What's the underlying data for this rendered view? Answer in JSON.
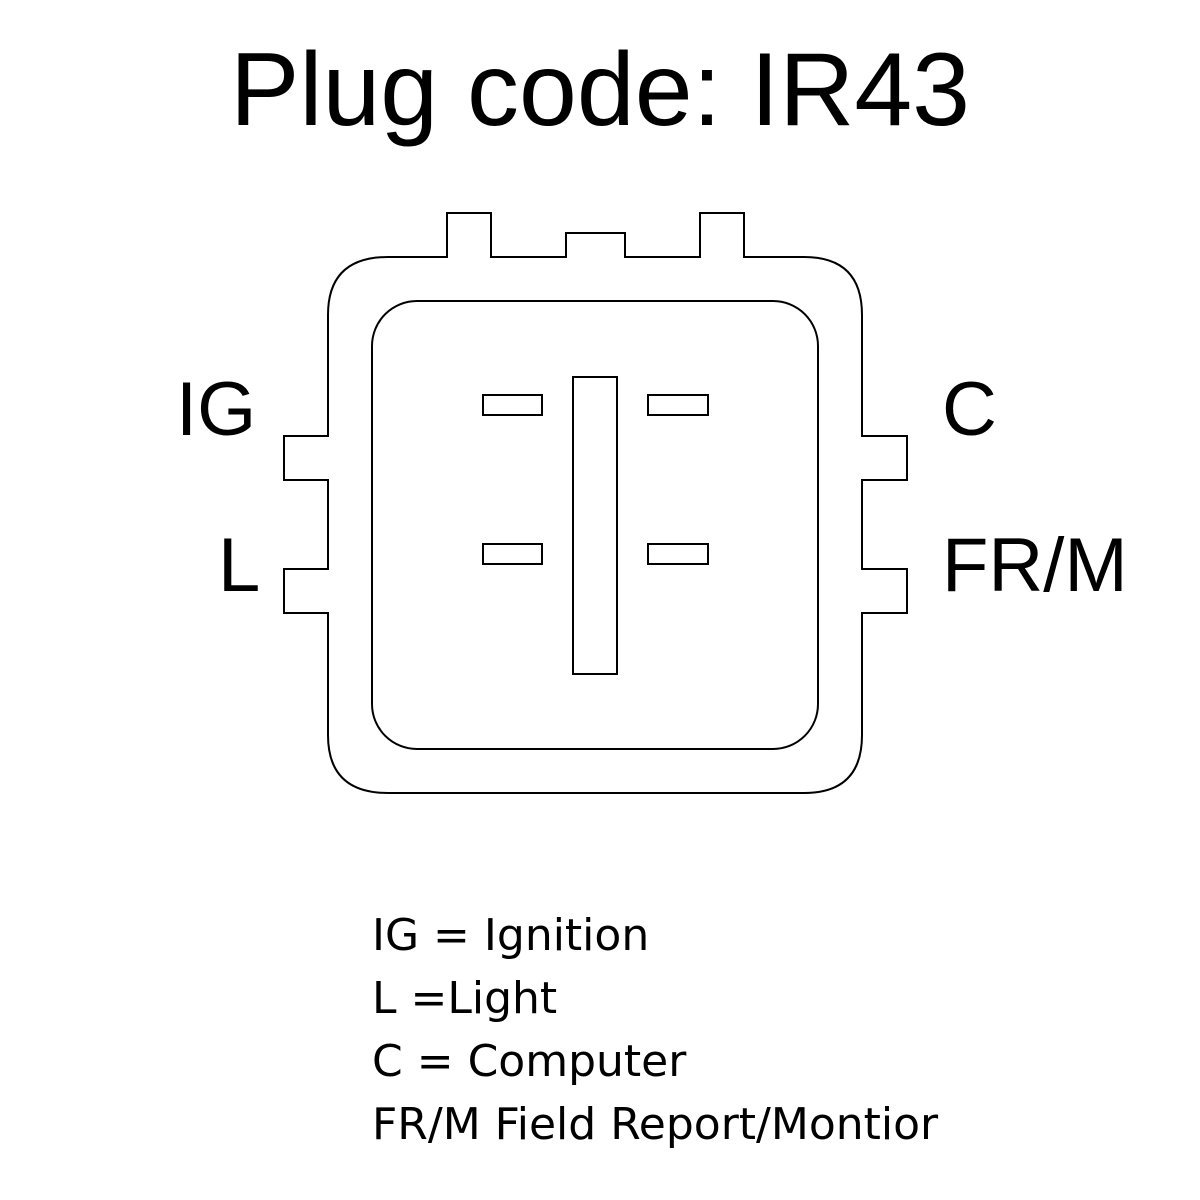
{
  "title": "Plug code: IR43",
  "pins": {
    "ig": "IG",
    "l": "L",
    "c": "C",
    "frm": "FR/M"
  },
  "legend": [
    "IG = Ignition",
    "L =Light",
    "C = Computer",
    "FR/M Field Report/Montior"
  ],
  "colors": {
    "line": "#000000",
    "background": "#ffffff"
  }
}
